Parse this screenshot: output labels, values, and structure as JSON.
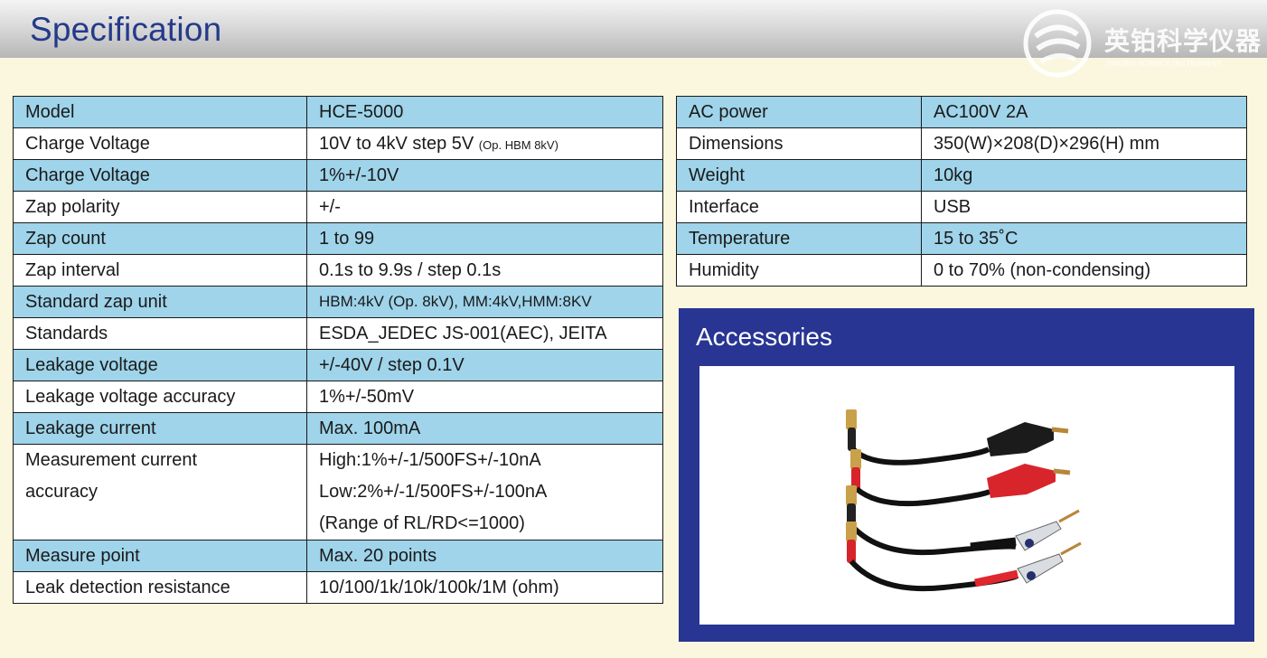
{
  "header": {
    "title": "Specification",
    "brand_name": "英铂科学仪器",
    "brand_sub": "YINGBO SCIENCE INSTRUMENT"
  },
  "spec_left": [
    {
      "label": "Model",
      "value": "HCE-5000"
    },
    {
      "label": "Charge Voltage",
      "value": "10V to 4kV  step 5V",
      "note": "(Op. HBM 8kV)"
    },
    {
      "label": "Charge Voltage",
      "value": "1%+/-10V"
    },
    {
      "label": "Zap polarity",
      "value": "+/-"
    },
    {
      "label": "Zap count",
      "value": "1 to 99"
    },
    {
      "label": "Zap interval",
      "value": "0.1s to 9.9s / step 0.1s"
    },
    {
      "label": "Standard zap unit",
      "value": "HBM:4kV (Op. 8kV), MM:4kV,HMM:8KV"
    },
    {
      "label": "Standards",
      "value": "ESDA_JEDEC JS-001(AEC), JEITA"
    },
    {
      "label": "Leakage voltage",
      "value": "+/-40V / step 0.1V"
    },
    {
      "label": "Leakage voltage accuracy",
      "value": "1%+/-50mV"
    },
    {
      "label": "Leakage current",
      "value": "Max. 100mA"
    },
    {
      "label_lines": [
        "Measurement current",
        "accuracy"
      ],
      "value_lines": [
        "High:1%+/-1/500FS+/-10nA",
        "Low:2%+/-1/500FS+/-100nA",
        "(Range of RL/RD<=1000)"
      ]
    },
    {
      "label": "Measure point",
      "value": "Max. 20 points"
    },
    {
      "label": "Leak detection resistance",
      "value": "10/100/1k/10k/100k/1M (ohm)"
    }
  ],
  "spec_right": [
    {
      "label": "AC power",
      "value": "AC100V 2A"
    },
    {
      "label": "Dimensions",
      "value": "350(W)×208(D)×296(H) mm"
    },
    {
      "label": "Weight",
      "value": "10kg"
    },
    {
      "label": "Interface",
      "value": "USB"
    },
    {
      "label": "Temperature",
      "value": "15 to 35˚C"
    },
    {
      "label": "Humidity",
      "value": "0 to 70% (non-condensing)"
    }
  ],
  "accessories": {
    "title": "Accessories",
    "image_icon": "test-leads-with-alligator-clips"
  },
  "colors": {
    "header_text": "#243a8a",
    "row_blue": "#9fd4ea",
    "panel_blue": "#283593",
    "background": "#fbf7de"
  }
}
